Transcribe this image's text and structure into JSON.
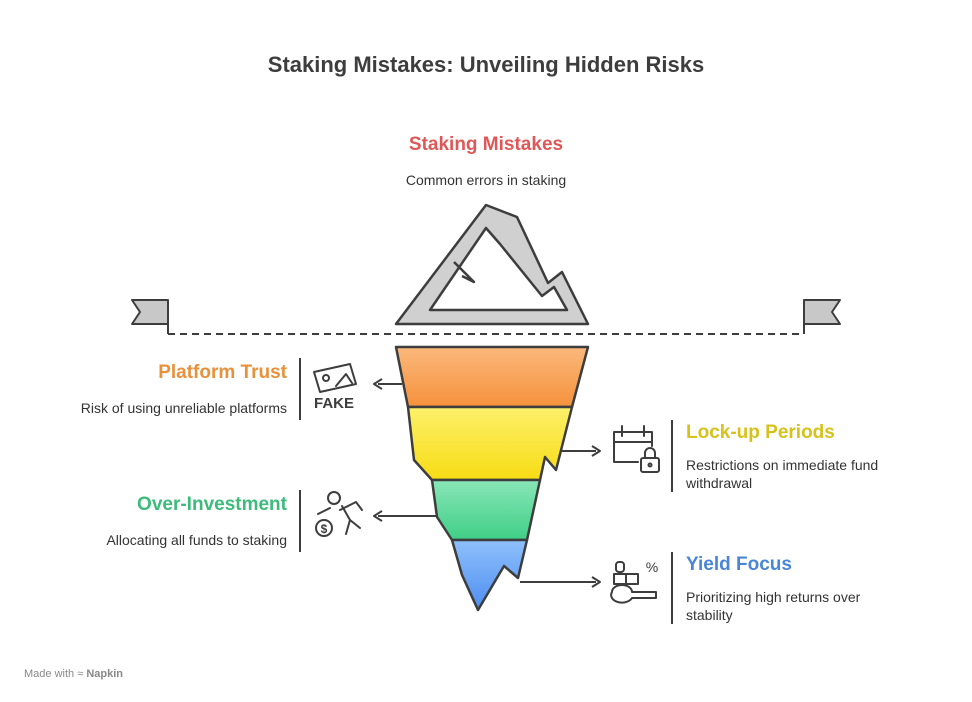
{
  "title": "Staking Mistakes: Unveiling Hidden Risks",
  "top": {
    "heading": "Staking Mistakes",
    "description": "Common errors in staking",
    "color": "#e05757"
  },
  "items": [
    {
      "label": "Platform Trust",
      "description": "Risk of using unreliable platforms",
      "color": "#e8903a",
      "fill": "#f4a15c",
      "icon": "fake-card-icon",
      "icon_text": "FAKE"
    },
    {
      "label": "Lock-up Periods",
      "description": "Restrictions on immediate fund withdrawal",
      "color": "#d6c21a",
      "fill": "#fde83a",
      "icon": "calendar-lock-icon"
    },
    {
      "label": "Over-Investment",
      "description": "Allocating all funds to staking",
      "color": "#3dbb7b",
      "fill": "#5dd69a",
      "icon": "money-runner-icon"
    },
    {
      "label": "Yield Focus",
      "description": "Prioritizing high returns over stability",
      "color": "#4a86d8",
      "fill": "#6aa6f4",
      "icon": "yield-scoop-icon",
      "icon_text": "%"
    }
  ],
  "footer": {
    "prefix": "Made with",
    "brand": "Napkin"
  }
}
